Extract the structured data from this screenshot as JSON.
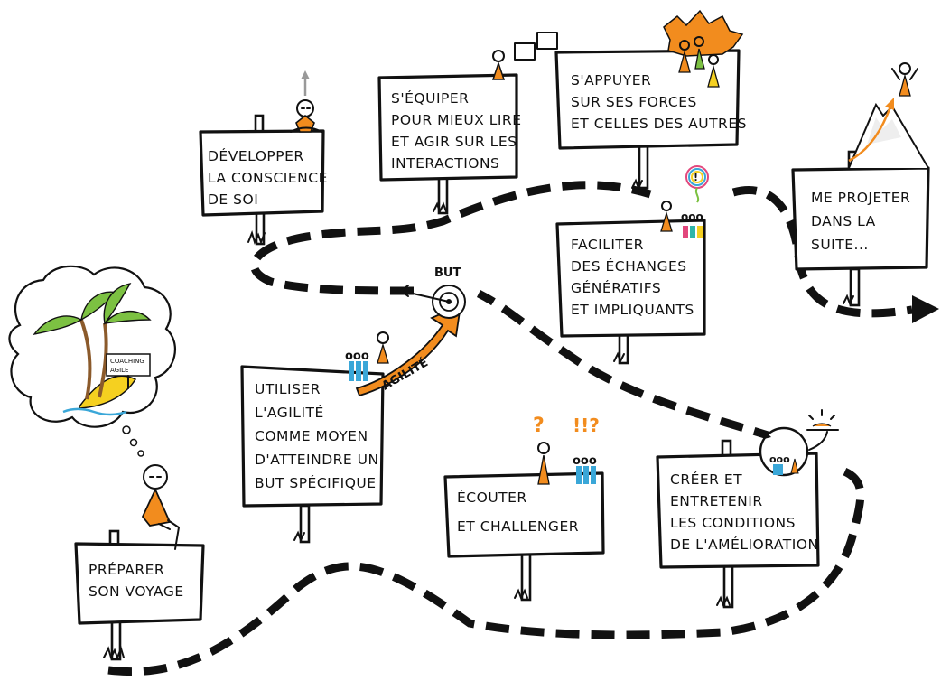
{
  "signs": [
    {
      "id": "preparer",
      "lines": [
        "PRÉPARER",
        "SON VOYAGE"
      ]
    },
    {
      "id": "developper",
      "lines": [
        "DÉVELOPPER",
        "LA CONSCIENCE",
        "DE SOI"
      ]
    },
    {
      "id": "equiper",
      "lines": [
        "S'ÉQUIPER",
        "POUR MIEUX LIRE",
        "ET AGIR SUR LES",
        "INTERACTIONS"
      ]
    },
    {
      "id": "appuyer",
      "lines": [
        "S'APPUYER",
        "SUR SES FORCES",
        "ET CELLES DES AUTRES"
      ]
    },
    {
      "id": "faciliter",
      "lines": [
        "FACILITER",
        "DES ÉCHANGES",
        "GÉNÉRATIFS",
        "ET IMPLIQUANTS"
      ]
    },
    {
      "id": "projeter",
      "lines": [
        "ME PROJETER",
        "DANS LA",
        "SUITE..."
      ]
    },
    {
      "id": "agilite",
      "lines": [
        "UTILISER",
        "L'AGILITÉ",
        "COMME MOYEN",
        "D'ATTEINDRE UN",
        "BUT SPÉCIFIQUE"
      ]
    },
    {
      "id": "ecouter",
      "lines": [
        "ÉCOUTER",
        "ET CHALLENGER"
      ]
    },
    {
      "id": "creer",
      "lines": [
        "CRÉER ET",
        "ENTRETENIR",
        "LES CONDITIONS",
        "DE L'AMÉLIORATION"
      ]
    }
  ],
  "island_sign": [
    "COACHING",
    "AGILE"
  ],
  "target_label": "BUT",
  "arrow_label": "AGILITÉ",
  "group_symbols": {
    "ooo": "ooo",
    "question": "?",
    "exclaim": "!!?",
    "bang": "!"
  },
  "colors": {
    "orange": "#f28c1e",
    "blue": "#3aa7d8",
    "green": "#7cc142",
    "yellow": "#f5d020",
    "pink": "#e2477c",
    "teal": "#2fb5a8",
    "ink": "#111111"
  }
}
